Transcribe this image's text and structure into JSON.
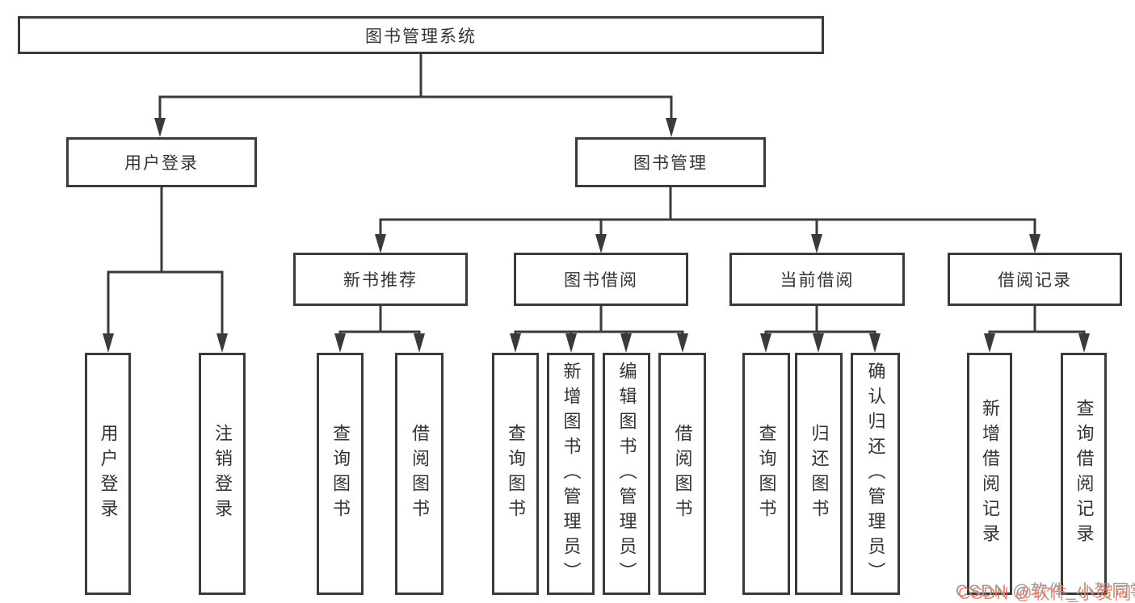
{
  "colors": {
    "line": "#3a3a3a",
    "box_border": "#3a3a3a",
    "text": "#333333",
    "background": "#ffffff",
    "watermark_text": "#9b9b9b",
    "watermark_accent": "#fc5531"
  },
  "tree": {
    "root": {
      "label": "图书管理系统"
    },
    "branches": [
      {
        "label": "用户登录",
        "children": [
          {
            "label": "用户登录"
          },
          {
            "label": "注销登录"
          }
        ]
      },
      {
        "label": "图书管理",
        "children": [
          {
            "label": "新书推荐",
            "children": [
              {
                "label": "查询图书"
              },
              {
                "label": "借阅图书"
              }
            ]
          },
          {
            "label": "图书借阅",
            "children": [
              {
                "label": "查询图书"
              },
              {
                "label": "新增图书（管理员）"
              },
              {
                "label": "编辑图书（管理员）"
              },
              {
                "label": "借阅图书"
              }
            ]
          },
          {
            "label": "当前借阅",
            "children": [
              {
                "label": "查询图书"
              },
              {
                "label": "归还图书"
              },
              {
                "label": "确认归还（管理员）"
              }
            ]
          },
          {
            "label": "借阅记录",
            "children": [
              {
                "label": "新增借阅记录"
              },
              {
                "label": "查询借阅记录"
              }
            ]
          }
        ]
      }
    ]
  },
  "watermark": {
    "text": "CSDN @软件_小贺同学"
  }
}
